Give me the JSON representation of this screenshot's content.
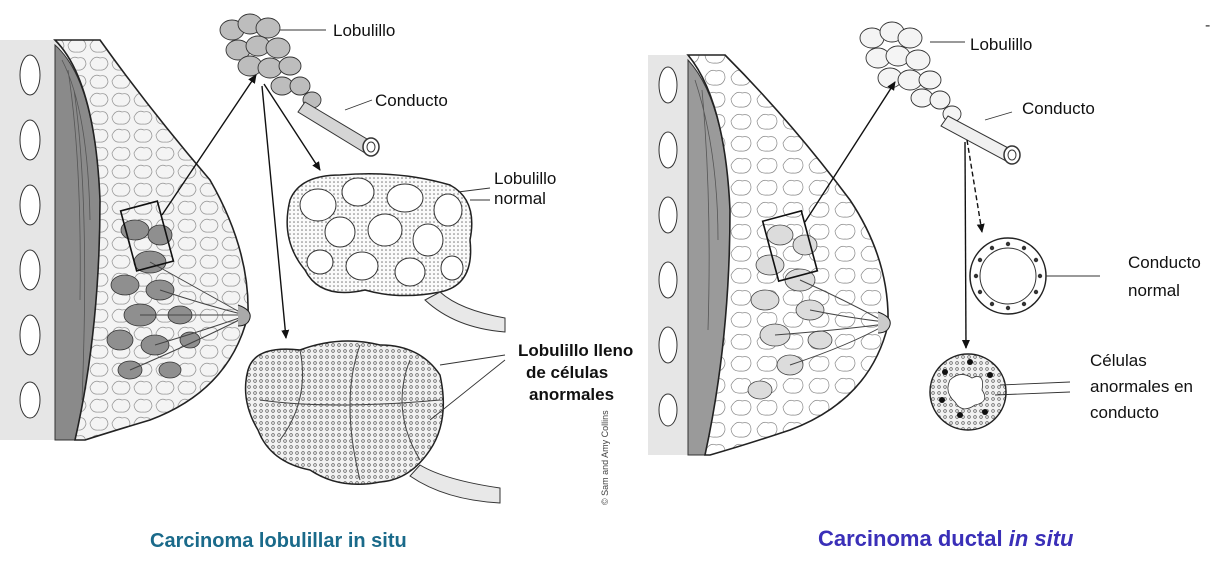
{
  "left_panel": {
    "labels": {
      "lobule": "Lobulillo",
      "duct": "Conducto",
      "normal_lobule_line1": "Lobulillo",
      "normal_lobule_line2": "normal",
      "abnormal_line1": "Lobulillo lleno",
      "abnormal_line2": "de células",
      "abnormal_line3": "anormales"
    },
    "caption": "Carcinoma lobulillar in situ",
    "credit": "© Sam and Amy Collins"
  },
  "right_panel": {
    "labels": {
      "lobule": "Lobulillo",
      "duct": "Conducto",
      "normal_duct_line1": "Conducto",
      "normal_duct_line2": "normal",
      "abnormal_line1": "Células",
      "abnormal_line2": "anormales en",
      "abnormal_line3": "conducto"
    },
    "caption_main": "Carcinoma ductal ",
    "caption_italic": "in situ"
  },
  "colors": {
    "caption_left": "#1a6a8a",
    "caption_right": "#3a2fb8"
  }
}
